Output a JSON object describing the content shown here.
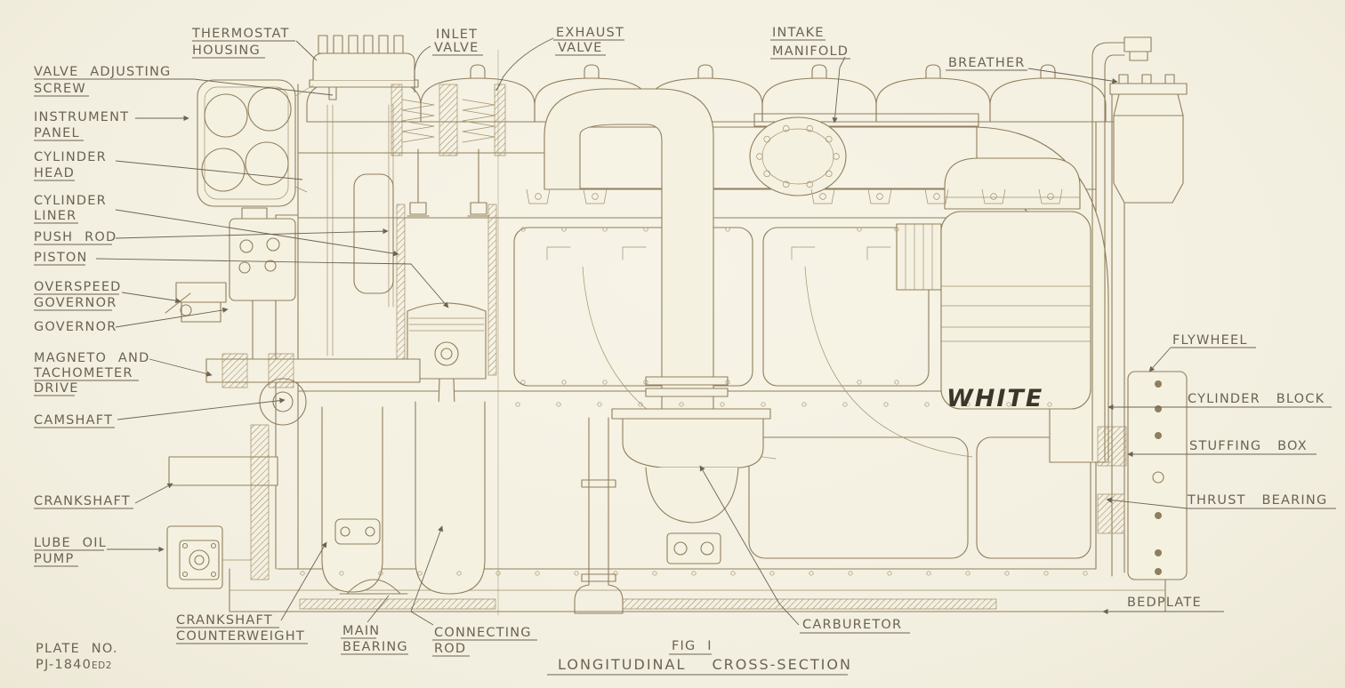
{
  "figure": {
    "fig_no": "FIG I",
    "title": "LONGITUDINAL CROSS-SECTION",
    "plate_label": "PLATE NO.",
    "plate_prefix": "PJ-1840",
    "plate_suffix": "ED2",
    "brand": "WHITE"
  },
  "colors": {
    "paper": "#f5f1e1",
    "ink": "#8f7e5c",
    "label_text": "#6c6352",
    "logo": "#3c352b"
  },
  "labels": {
    "thermostat_housing": [
      "THERMOSTAT",
      "HOUSING"
    ],
    "valve_adjusting_screw": [
      "VALVE ADJUSTING",
      "SCREW"
    ],
    "instrument_panel": [
      "INSTRUMENT",
      "PANEL"
    ],
    "cylinder_head": [
      "CYLINDER",
      "HEAD"
    ],
    "cylinder_liner": [
      "CYLINDER",
      "LINER"
    ],
    "push_rod": [
      "PUSH ROD"
    ],
    "piston": [
      "PISTON"
    ],
    "overspeed_governor": [
      "OVERSPEED",
      "GOVERNOR"
    ],
    "governor": [
      "GOVERNOR"
    ],
    "magneto_tachometer_drive": [
      "MAGNETO AND",
      "TACHOMETER",
      "DRIVE"
    ],
    "camshaft": [
      "CAMSHAFT"
    ],
    "crankshaft": [
      "CRANKSHAFT"
    ],
    "lube_oil_pump": [
      "LUBE OIL",
      "PUMP"
    ],
    "crankshaft_counterweight": [
      "CRANKSHAFT",
      "COUNTERWEIGHT"
    ],
    "main_bearing": [
      "MAIN",
      "BEARING"
    ],
    "connecting_rod": [
      "CONNECTING",
      "ROD"
    ],
    "inlet_valve": [
      "INLET",
      "VALVE"
    ],
    "exhaust_valve": [
      "EXHAUST",
      "VALVE"
    ],
    "intake_manifold": [
      "INTAKE",
      "MANIFOLD"
    ],
    "breather": [
      "BREATHER"
    ],
    "flywheel": [
      "FLYWHEEL"
    ],
    "cylinder_block": [
      "CYLINDER BLOCK"
    ],
    "stuffing_box": [
      "STUFFING BOX"
    ],
    "thrust_bearing": [
      "THRUST BEARING"
    ],
    "bedplate": [
      "BEDPLATE"
    ],
    "carburetor": [
      "CARBURETOR"
    ]
  }
}
